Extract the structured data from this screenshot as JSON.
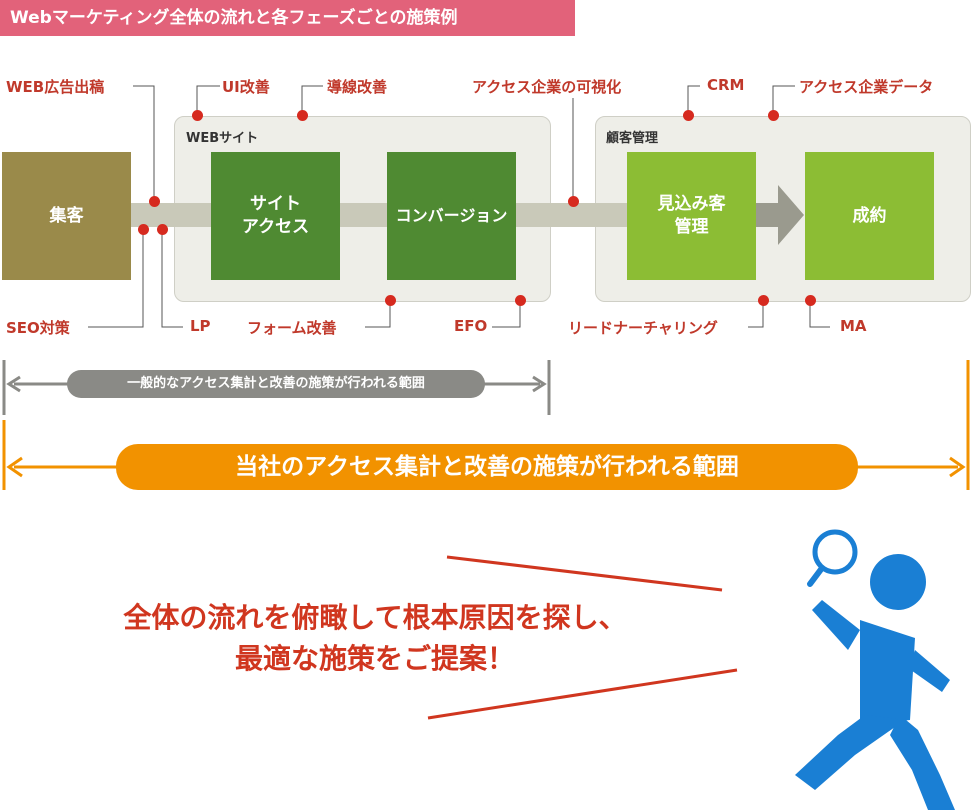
{
  "title": "Webマーケティング全体の流れと各フェーズごとの施策例",
  "panels": {
    "website": "WEBサイト",
    "customer": "顧客管理"
  },
  "boxes": {
    "attract": "集客",
    "site_access": "サイト\nアクセス",
    "conversion": "コンバージョン",
    "leads": "見込み客\n管理",
    "deal": "成約"
  },
  "labels": {
    "web_ads": "WEB広告出稿",
    "ui": "UI改善",
    "flow": "導線改善",
    "visualize": "アクセス企業の可視化",
    "crm": "CRM",
    "company_data": "アクセス企業データ",
    "seo": "SEO対策",
    "lp": "LP",
    "form": "フォーム改善",
    "efo": "EFO",
    "lead_nurturing": "リードナーチャリング",
    "ma": "MA"
  },
  "ranges": {
    "general": "一般的なアクセス集計と改善の施策が行われる範囲",
    "ours": "当社のアクセス集計と改善の施策が行われる範囲"
  },
  "tagline": {
    "line1": "全体の流れを俯瞰して根本原因を探し、",
    "line2": "最適な施策をご提案！"
  },
  "colors": {
    "title": "#e2627a",
    "accent_red": "#d62a1f",
    "orange": "#f29200",
    "figure_blue": "#1a7fd4"
  }
}
